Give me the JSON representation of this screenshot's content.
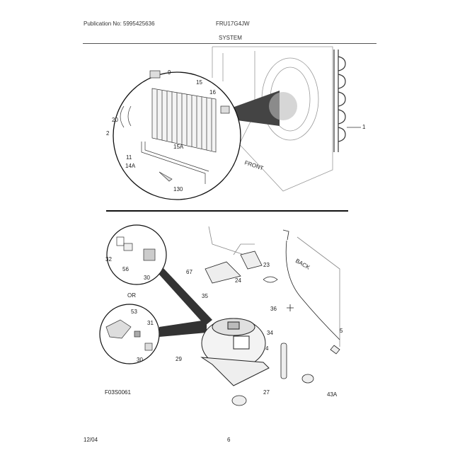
{
  "header": {
    "publication": "Publication No: 5995425636",
    "model": "FRU17G4JW",
    "section": "SYSTEM"
  },
  "callouts_upper": [
    "9",
    "15",
    "16",
    "20",
    "2",
    "15A",
    "11",
    "14A",
    "130",
    "1"
  ],
  "callouts_lower": [
    "32",
    "56",
    "30",
    "OR",
    "53",
    "31",
    "30",
    "67",
    "24",
    "23",
    "35",
    "BACK",
    "36",
    "34",
    "5",
    "29",
    "4",
    "27",
    "43A"
  ],
  "front_label": "FRONT",
  "figure_code": "F03S0061",
  "footer": {
    "date": "12/04",
    "page": "6"
  }
}
